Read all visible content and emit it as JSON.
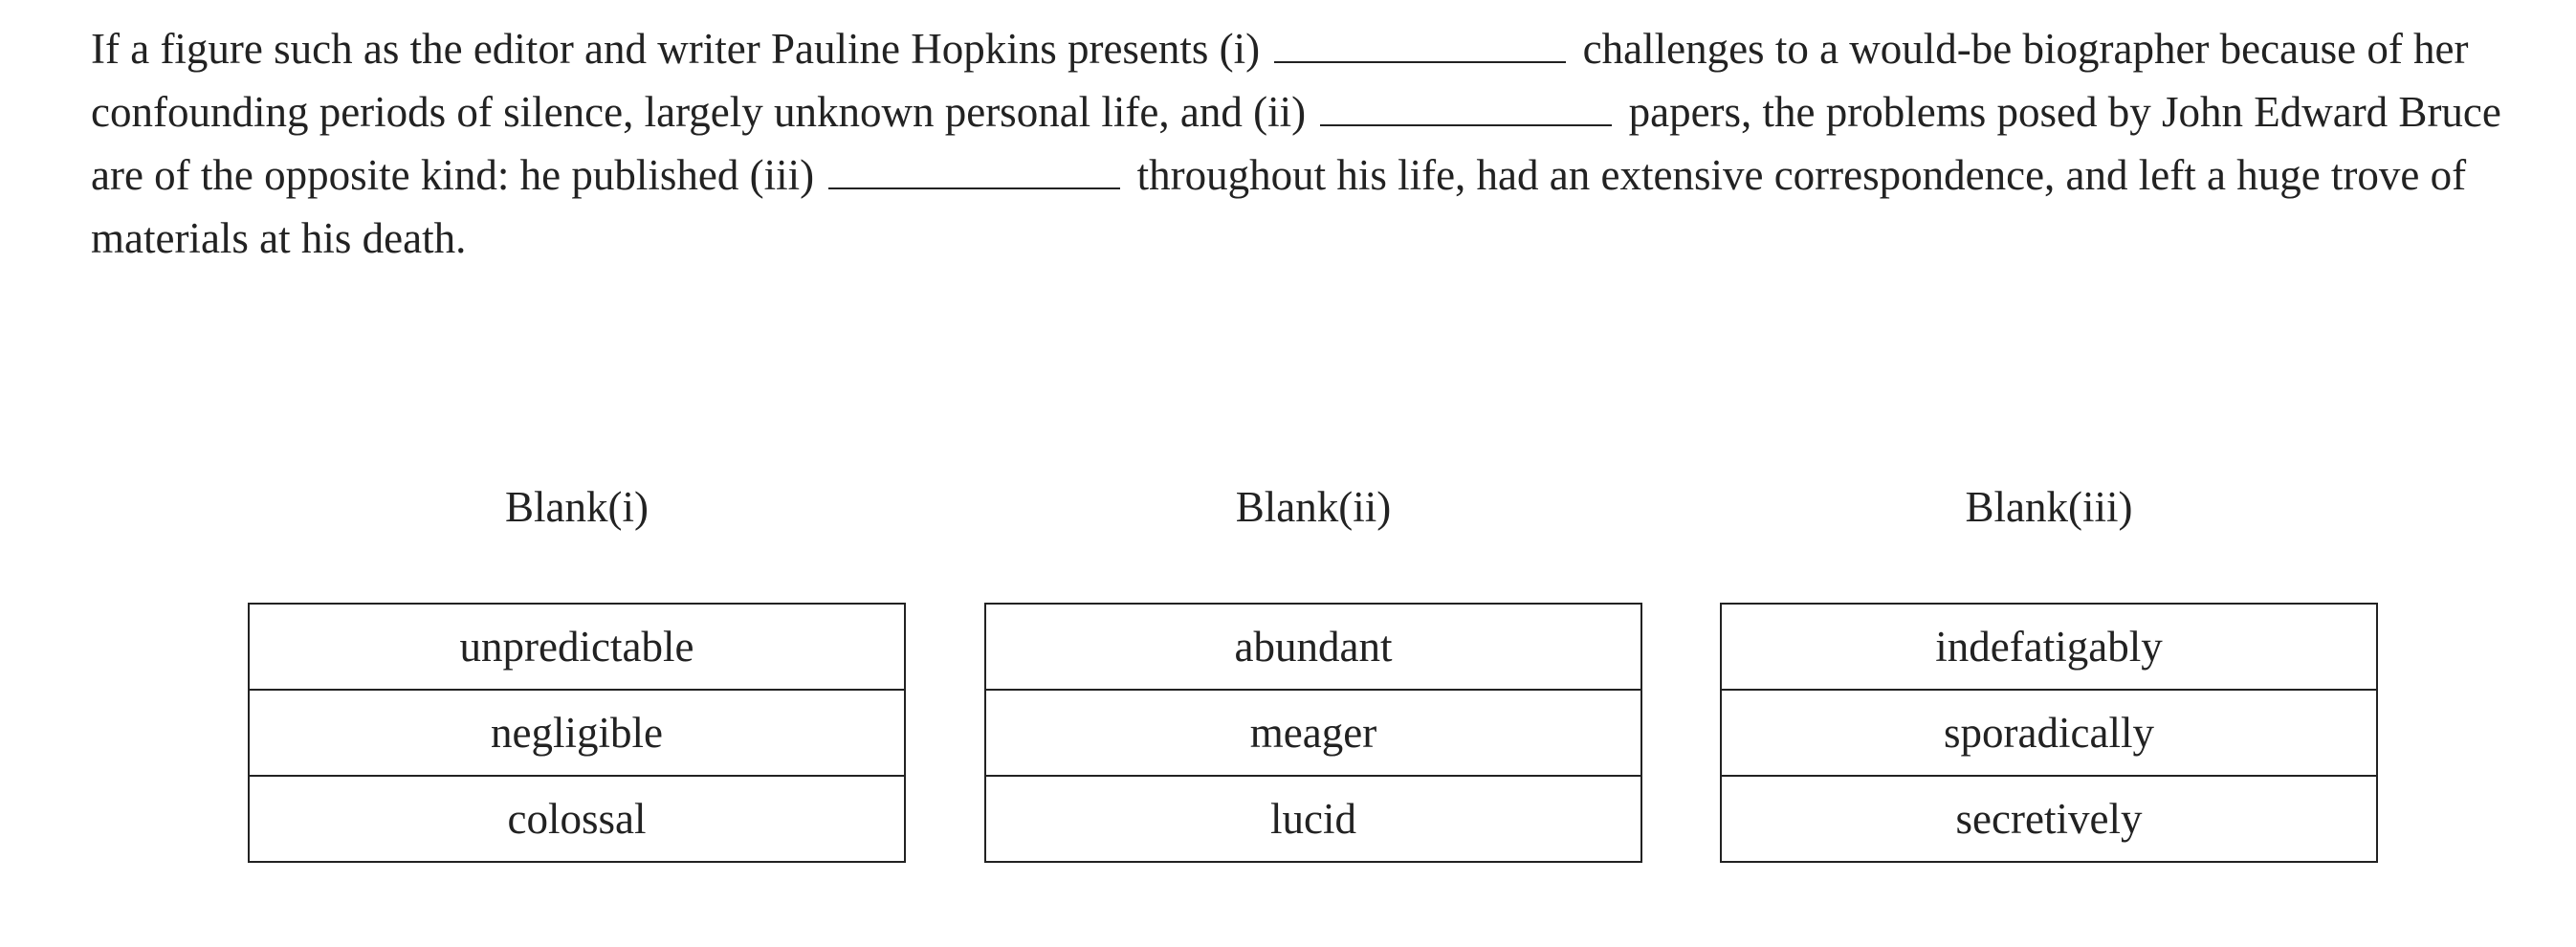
{
  "question": {
    "part1": "If a figure such as the editor and writer Pauline Hopkins presents (i)",
    "part2": "challenges to a would-be biographer because of her confounding periods of silence, largely unknown personal life, and (ii)",
    "part3": "papers, the problems posed by John Edward Bruce are of the opposite kind: he published (iii)",
    "part4": "throughout his life, had an extensive correspondence, and left a huge trove of materials at his death."
  },
  "blanks": [
    {
      "heading": "Blank(i)",
      "options": [
        "unpredictable",
        "negligible",
        "colossal"
      ]
    },
    {
      "heading": "Blank(ii)",
      "options": [
        "abundant",
        "meager",
        "lucid"
      ]
    },
    {
      "heading": "Blank(iii)",
      "options": [
        "indefatigably",
        "sporadically",
        "secretively"
      ]
    }
  ]
}
